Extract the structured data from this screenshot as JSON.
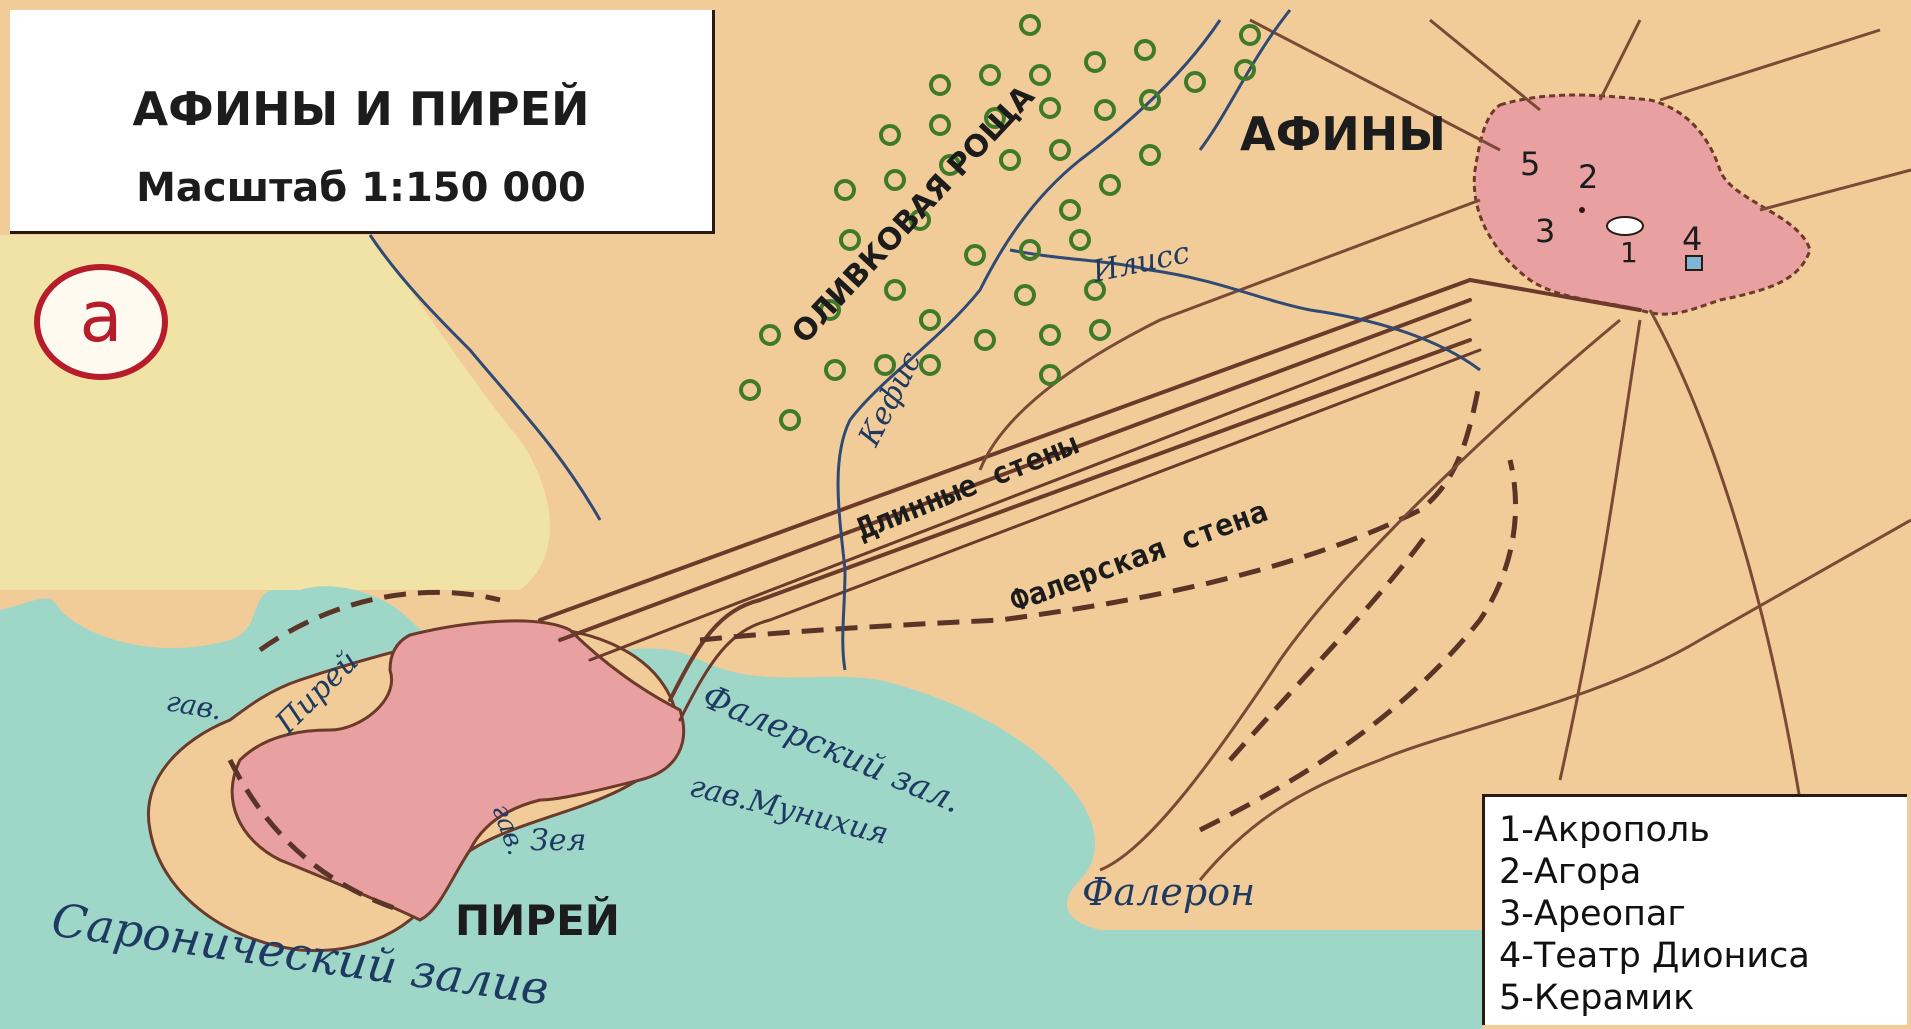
{
  "title": "АФИНЫ И ПИРЕЙ",
  "scale": "Масштаб 1:150 000",
  "badge": "а",
  "labels": {
    "athens": "АФИНЫ",
    "piraeus": "ПИРЕЙ",
    "phaleron": "Фалерон",
    "olive_grove": "ОЛИВКОВАЯ РОЩА",
    "kefis": "Кефис",
    "iliss": "Илисс",
    "long_walls": "Длинные стены",
    "phaleric_wall": "Фалерская стена",
    "phaleric_bay": "Фалерский зал.",
    "saronic_gulf": "Саронический залив",
    "harbor_piraeus_prefix": "гав.",
    "harbor_piraeus": "Пирей",
    "harbor_zea_prefix": "гав.",
    "harbor_zea": "Зея",
    "harbor_munichia": "гав.Мунихия",
    "num1": "1",
    "num2": "2",
    "num3": "3",
    "num4": "4",
    "num5": "5"
  },
  "legend": [
    "1-Акрополь",
    "2-Агора",
    "3-Ареопаг",
    "4-Театр Диониса",
    "5-Керамик"
  ],
  "colors": {
    "land": "#f1cc98",
    "plain": "#f1e2a5",
    "sea": "#9ed6c8",
    "city": "#e8a0a0",
    "wall": "#6b3a2a",
    "river": "#2f4a73",
    "grove": "#3e7a2a"
  }
}
